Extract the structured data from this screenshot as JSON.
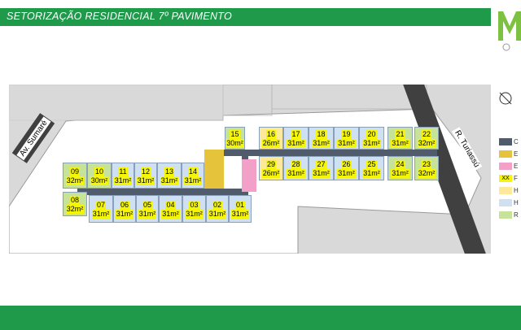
{
  "header": {
    "title": "SETORIZAÇÃO RESIDENCIAL 7º PAVIMENTO"
  },
  "streets": {
    "left": "Av. Sumaré",
    "right": "R. Turiassú"
  },
  "colors": {
    "header": "#1f9a4b",
    "circulation": "#505c6b",
    "stairs": "#e5c33a",
    "elevator": "#f2a0c8",
    "unit_label": "#f5f50a",
    "unit_a": "#fde99a",
    "unit_b": "#cfe0f3",
    "unit_c": "#c7e39a"
  },
  "units": [
    {
      "id": "01",
      "area": "31m²",
      "c": "b"
    },
    {
      "id": "02",
      "area": "31m²",
      "c": "b"
    },
    {
      "id": "03",
      "area": "31m²",
      "c": "b"
    },
    {
      "id": "04",
      "area": "31m²",
      "c": "b"
    },
    {
      "id": "05",
      "area": "31m²",
      "c": "b"
    },
    {
      "id": "06",
      "area": "31m²",
      "c": "b"
    },
    {
      "id": "07",
      "area": "31m²",
      "c": "b"
    },
    {
      "id": "08",
      "area": "32m²",
      "c": "c"
    },
    {
      "id": "09",
      "area": "32m²",
      "c": "c"
    },
    {
      "id": "10",
      "area": "30m²",
      "c": "c"
    },
    {
      "id": "11",
      "area": "31m²",
      "c": "b"
    },
    {
      "id": "12",
      "area": "31m²",
      "c": "b"
    },
    {
      "id": "13",
      "area": "31m²",
      "c": "b"
    },
    {
      "id": "14",
      "area": "31m²",
      "c": "b"
    },
    {
      "id": "15",
      "area": "30m²",
      "c": "c"
    },
    {
      "id": "16",
      "area": "26m²",
      "c": "a"
    },
    {
      "id": "17",
      "area": "31m²",
      "c": "b"
    },
    {
      "id": "18",
      "area": "31m²",
      "c": "b"
    },
    {
      "id": "19",
      "area": "31m²",
      "c": "b"
    },
    {
      "id": "20",
      "area": "31m²",
      "c": "b"
    },
    {
      "id": "21",
      "area": "31m²",
      "c": "c"
    },
    {
      "id": "22",
      "area": "32m²",
      "c": "c"
    },
    {
      "id": "23",
      "area": "32m²",
      "c": "c"
    },
    {
      "id": "24",
      "area": "31m²",
      "c": "c"
    },
    {
      "id": "25",
      "area": "31m²",
      "c": "b"
    },
    {
      "id": "26",
      "area": "31m²",
      "c": "b"
    },
    {
      "id": "27",
      "area": "31m²",
      "c": "b"
    },
    {
      "id": "28",
      "area": "31m²",
      "c": "b"
    },
    {
      "id": "29",
      "area": "26m²",
      "c": "a"
    }
  ],
  "legend": [
    {
      "label": "C",
      "color": "#505c6b"
    },
    {
      "label": "E",
      "color": "#e5c33a"
    },
    {
      "label": "E",
      "color": "#f2a0c8"
    },
    {
      "label": "F",
      "color": "#f5f50a",
      "tag": "XX"
    },
    {
      "label": "H",
      "color": "#fde99a"
    },
    {
      "label": "H",
      "color": "#cfe0f3"
    },
    {
      "label": "R",
      "color": "#c7e39a"
    }
  ]
}
